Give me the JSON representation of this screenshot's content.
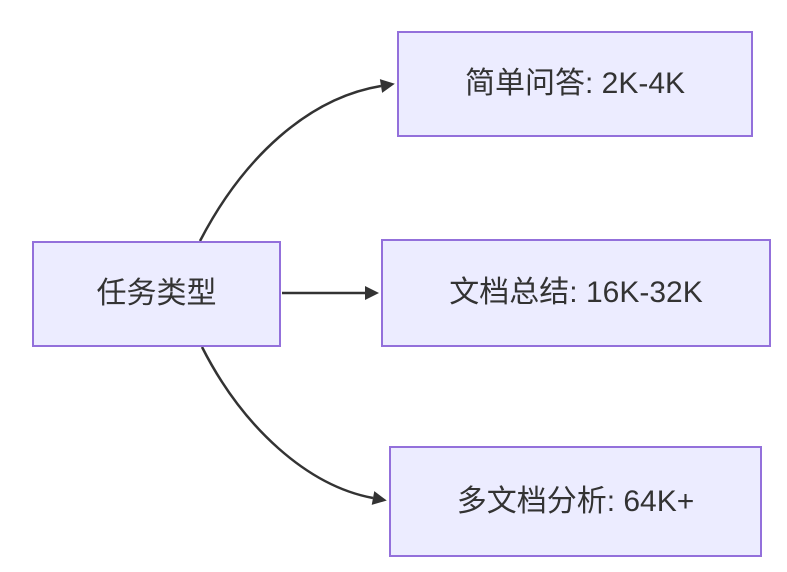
{
  "diagram": {
    "type": "flowchart",
    "direction": "left-to-right",
    "background": "#FFFFFF",
    "colors": {
      "node_fill": "#ECECFF",
      "node_border": "#9370DB",
      "edge": "#333333",
      "text": "#333333"
    },
    "nodes": [
      {
        "id": "task-type",
        "label": "任务类型"
      },
      {
        "id": "simple-qa",
        "label": "简单问答: 2K-4K"
      },
      {
        "id": "doc-summary",
        "label": "文档总结: 16K-32K"
      },
      {
        "id": "multi-doc-analysis",
        "label": "多文档分析: 64K+"
      }
    ],
    "edges": [
      {
        "from": "任务类型",
        "to": "简单问答: 2K-4K",
        "style": "curved-arrow"
      },
      {
        "from": "任务类型",
        "to": "文档总结: 16K-32K",
        "style": "straight-arrow"
      },
      {
        "from": "任务类型",
        "to": "多文档分析: 64K+",
        "style": "curved-arrow"
      }
    ]
  }
}
